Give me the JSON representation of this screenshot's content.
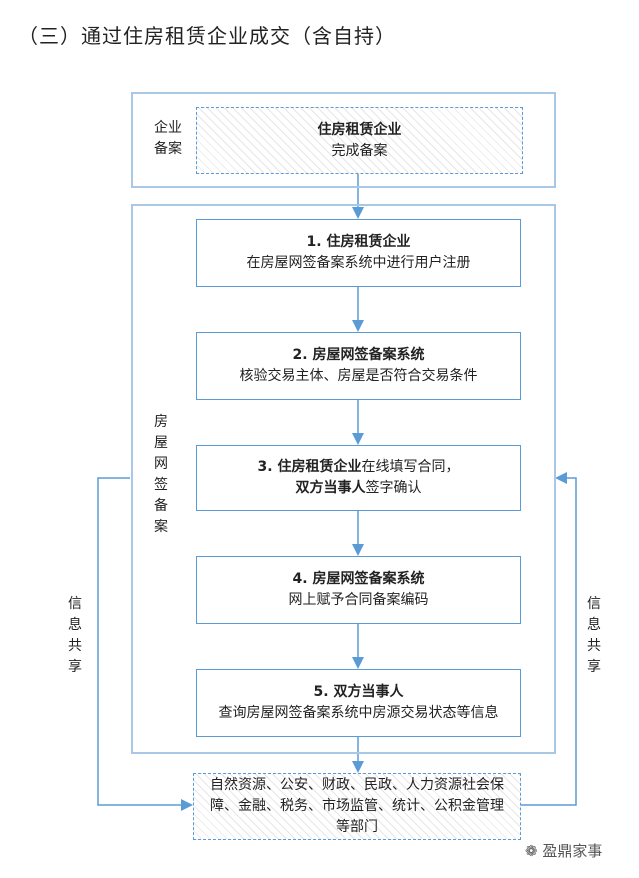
{
  "title": "（三）通过住房租赁企业成交（含自持）",
  "enterprise_filing": {
    "section_label": [
      "企业",
      "备案"
    ],
    "box": {
      "bold": "住房租赁企业",
      "text": "完成备案"
    }
  },
  "online_filing": {
    "section_label": "房屋网签备案",
    "steps": [
      {
        "bold": "1. 住房租赁企业",
        "text": "在房屋网签备案系统中进行用户注册"
      },
      {
        "bold": "2.  房屋网签备案系统",
        "text": "核验交易主体、房屋是否符合交易条件"
      },
      {
        "bold_a": "3. 住房租赁企业",
        "text_a": "在线填写合同，",
        "bold_b": "双方当事人",
        "text_b": "签字确认"
      },
      {
        "bold": "4. 房屋网签备案系统",
        "text": "网上赋予合同备案编码"
      },
      {
        "bold": "5. 双方当事人",
        "text": "查询房屋网签备案系统中房源交易状态等信息"
      }
    ]
  },
  "info_share_left": "信息共享",
  "info_share_right": "信息共享",
  "departments": "自然资源、公安、财政、民政、人力资源社会保障、金融、税务、市场监管、统计、公积金管理等部门",
  "watermark": {
    "icon": "wechat-icon",
    "text": "盈鼎家事"
  },
  "colors": {
    "line": "#5b9bd5",
    "frame": "#a9c8e6"
  }
}
